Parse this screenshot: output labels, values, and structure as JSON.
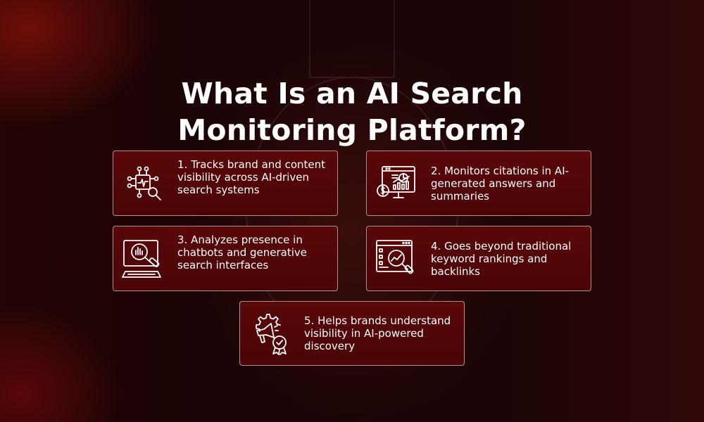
{
  "title": {
    "line1": "What Is an AI Search",
    "line2": "Monitoring Platform?"
  },
  "cards": [
    {
      "text": "1. Tracks brand and content visibility across AI-driven search systems",
      "icon": "ai-chip-search-icon"
    },
    {
      "text": "2. Monitors citations in AI-generated answers and summaries",
      "icon": "analytics-dashboard-icon"
    },
    {
      "text": "3. Analyzes presence in chatbots and generative search interfaces",
      "icon": "monitor-search-icon"
    },
    {
      "text": "4. Goes beyond traditional keyword rankings and backlinks",
      "icon": "browser-analytics-icon"
    },
    {
      "text": "5. Helps brands understand visibility in AI-powered discovery",
      "icon": "megaphone-gear-badge-icon"
    }
  ],
  "colors": {
    "background": "#1b0506",
    "card": "#520708",
    "card_border": "#e0a0a0",
    "text": "#ffffff"
  }
}
